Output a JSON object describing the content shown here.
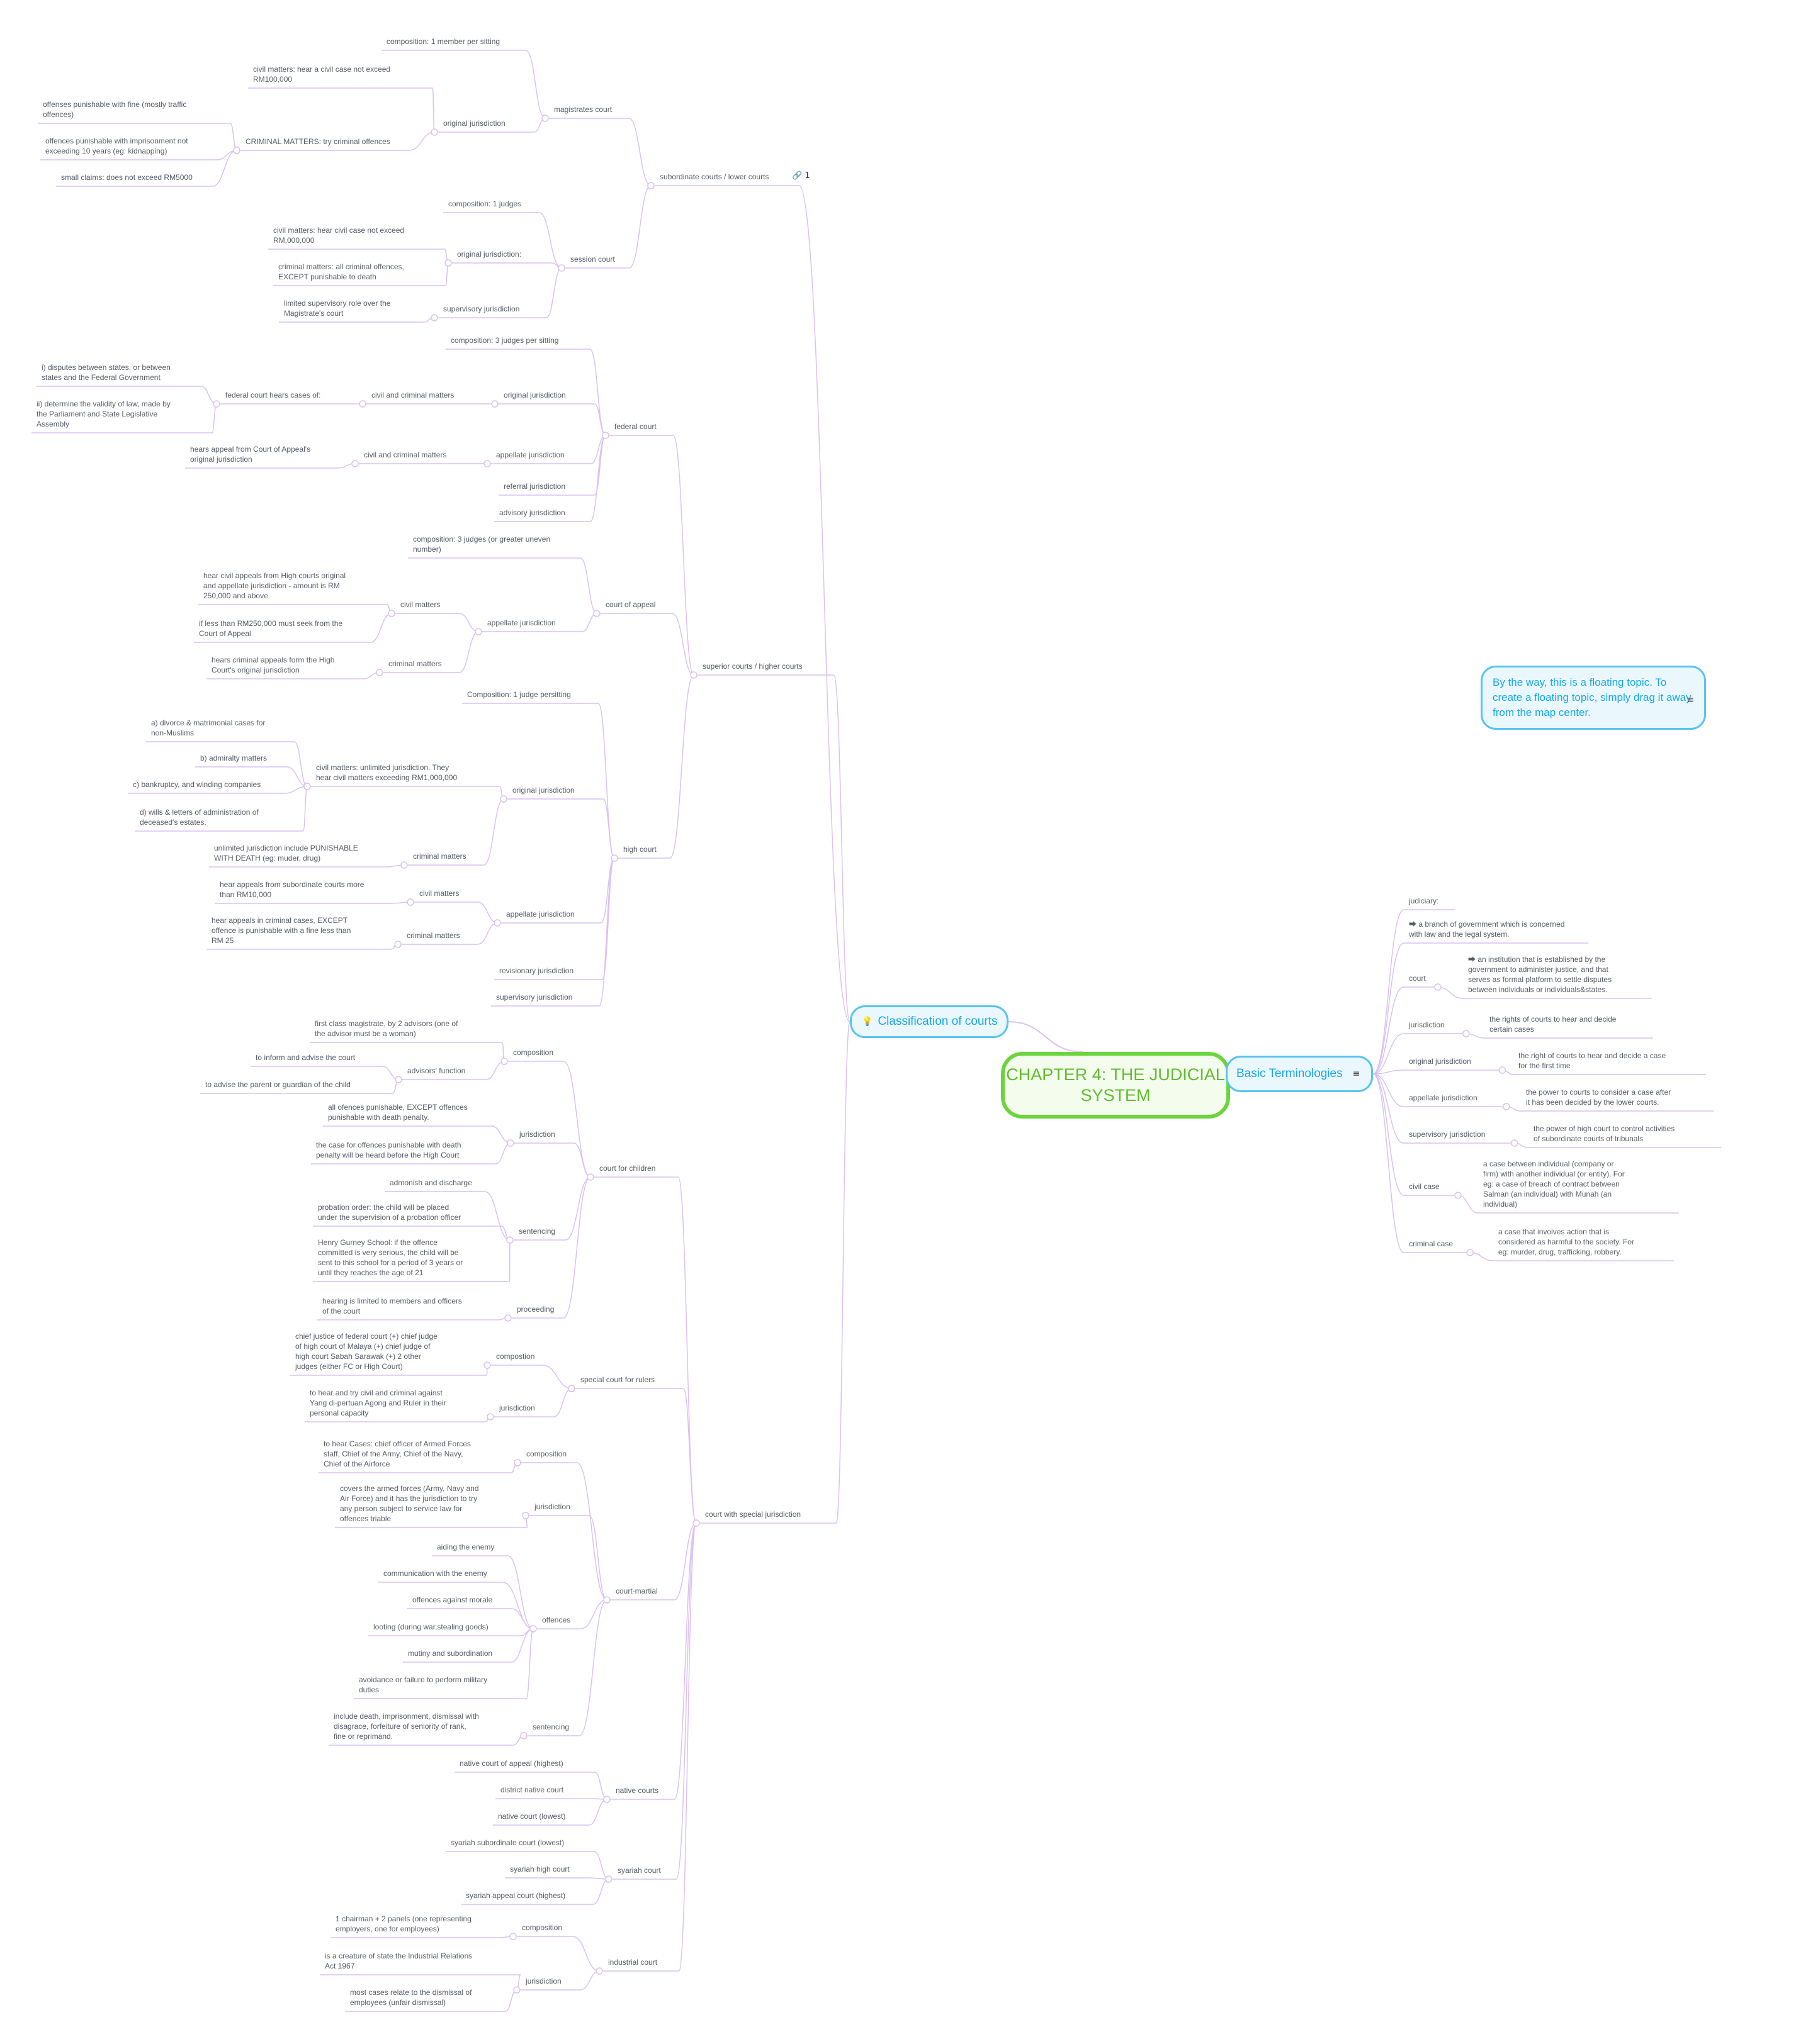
{
  "root": {
    "title": "CHAPTER 4: THE JUDICIAL SYSTEM"
  },
  "classification": {
    "label": "Classification of courts",
    "icon": "lightbulb-icon",
    "link_count": "1"
  },
  "terminologies": {
    "label": "Basic Terminologies",
    "icon": "note-icon"
  },
  "floating": {
    "text": "By the way, this is a floating topic. To create a floating topic, simply drag it away from the map center.",
    "icon": "note-icon"
  },
  "colors": {
    "root_border": "#6cd43c",
    "root_text": "#5fbd2e",
    "main_border": "#58c3ef",
    "main_text": "#17a8e5",
    "line": "#d9c2f0"
  },
  "nodes": {
    "n1": "subordinate courts / lower courts",
    "n2": "magistrates court",
    "n3": "composition: 1 member per sitting",
    "n4": "original jurisdiction",
    "n5": "civil matters: hear a civil case not exceed\nRM100,000",
    "n6": "CRIMINAL MATTERS: try criminal offences",
    "n7": "offenses punishable with fine (mostly traffic\noffences)",
    "n8": "offences punishable with imprisonment not\nexceeding 10 years (eg: kidnapping)",
    "n9": "small claims: does not exceed RM5000",
    "n10": "session court",
    "n11": "composition: 1 judges",
    "n12": "original jurisdiction:",
    "n13": "civil matters: hear civil case not exceed\nRM,000,000",
    "n14": "criminal matters: all criminal offences,\nEXCEPT punishable to death",
    "n15": "supervisory jurisdiction",
    "n16": "limited supervisory role over the\nMagistrate's court",
    "n17": "superior courts / higher courts",
    "n18": "federal court",
    "n19": "composition: 3 judges per sitting",
    "n20": "original jurisdiction",
    "n21": "civil and criminal matters",
    "n22": "federal court hears cases of:",
    "n23": "i) disputes between states, or between\nstates and the Federal Government",
    "n24": "ii) determine the validity of law, made by\nthe Parliament and State Legislative\nAssembly",
    "n25": "appellate jurisdiction",
    "n26": "civil and criminal matters",
    "n27": "hears appeal from Court of Appeal's\noriginal jurisdiction",
    "n28": "referral jurisdiction",
    "n29": "advisory jurisdiction",
    "n30": "court of appeal",
    "n31": "composition: 3 judges (or greater uneven\nnumber)",
    "n32": "appellate jurisdiction",
    "n33": "civil matters",
    "n34": "hear civil appeals from High courts original\nand appellate jurisdiction - amount is RM\n250,000 and above",
    "n35": "if less than RM250,000 must seek from the\nCourt of Appeal",
    "n36": "criminal matters",
    "n37": "hears criminal appeals form the High\nCourt's original jurisdiction",
    "n38": "high court",
    "n39": "Composition: 1 judge persitting",
    "n40": "original jurisdiction",
    "n41": "civil matters: unlimited jurisdiction.  They\nhear civil matters exceeding RM1,000,000",
    "n42": "a) divorce & matrimonial cases for\nnon-Muslims",
    "n43": "b) admiralty matters",
    "n44": "c) bankruptcy, and winding companies",
    "n45": "d) wills & letters of administration of\ndeceased's estates.",
    "n46": "criminal matters",
    "n47": "unlimited jurisdiction include PUNISHABLE\nWITH DEATH (eg: muder, drug)",
    "n48": "appellate jurisdiction",
    "n49": "civil matters",
    "n50": "hear appeals from subordinate courts more\nthan RM10,000",
    "n51": "criminal matters",
    "n52": "hear appeals  in criminal cases, EXCEPT\noffence is punishable with a fine less than\nRM 25",
    "n53": "revisionary jurisdiction",
    "n54": "supervisory jurisdiction",
    "n55": "court with special jurisdiction",
    "n56": "court for children",
    "n57": "composition",
    "n58": "first class magistrate, by 2 advisors (one of\nthe advisor must be a woman)",
    "n59": "advisors' function",
    "n60": "to inform and advise the court",
    "n61": "to advise the parent or guardian of the child",
    "n62": "jurisdiction",
    "n63": "all ofences punishable, EXCEPT offences\npunishable with death penalty.",
    "n64": "the case for offences punishable with death\npenalty will be heard before the High Court",
    "n65": "sentencing",
    "n66": "admonish and discharge",
    "n67": "probation order: the child will be placed\nunder the supervision of a probation officer",
    "n68": "Henry Gurney School: if the offence\ncommitted is very serious, the child will be\nsent to this school for a period of 3 years or\nuntil they reaches the age of 21",
    "n69": "proceeding",
    "n70": "hearing is limited to members and officers\nof the court",
    "n71": "special court for rulers",
    "n72": "compostion",
    "n73": "chief justice of federal court (+) chief judge\nof high court of Malaya (+) chief judge of\nhigh court Sabah Sarawak (+) 2 other\njudges (either FC or High Court)",
    "n74": "jurisdiction",
    "n75": "to hear and try civil and criminal against\nYang di-pertuan Agong and Ruler in their\npersonal capacity",
    "n76": "court-martial",
    "n77": "composition",
    "n78": "to hear Cases:  chief officer of Armed Forces\nstaff, Chief of the Army, Chief of the Navy,\nChief of the Airforce",
    "n79": "jurisdiction",
    "n80": "covers the armed forces (Army, Navy and\nAir Force) and it has the jurisdiction to try\nany person subject to service law for\noffences triable",
    "n81": "offences",
    "n82": "aiding the enemy",
    "n83": "communication with the enemy",
    "n84": "offences against morale",
    "n85": "looting (during war,stealing goods)",
    "n86": "mutiny and subordination",
    "n87": "avoidance or failure to perform military\nduties",
    "n88": "sentencing",
    "n89": "include death, imprisonment, dismissal with\ndisagrace, forfeiture of seniority of rank,\nfine or reprimand.",
    "n90": "native courts",
    "n91": "native court of appeal (highest)",
    "n92": "district native court",
    "n93": "native court (lowest)",
    "n94": "syariah court",
    "n95": "syariah subordinate court (lowest)",
    "n96": "syariah high court",
    "n97": "syariah appeal court (highest)",
    "n98": "industrial court",
    "n99": "composition",
    "n100": "1 chairman + 2 panels (one representing\nemployers, one for employees)",
    "n101": "jurisdiction",
    "n102": "is a creature of state the Industrial Relations\nAct 1967",
    "n103": "most cases relate to the dismissal of\nemployees (unfair dismissal)"
  },
  "terms": {
    "t1": "judiciary:",
    "t2": "⮕ a branch of government which is concerned\nwith law and the legal system.",
    "t3": "court",
    "t4": "⮕ an institution that is established by the\ngovernment to administer justice, and that\nserves as formal platform to settle disputes\nbetween individuals or individuals&states.",
    "t5": "jurisdiction",
    "t6": "the rights of courts to hear and decide\ncertain cases",
    "t7": "original jurisdiction",
    "t8": "the right of courts to hear and decide a case\nfor the first time",
    "t9": "appellate jurisdiction",
    "t10": "the power to courts to  consider a case after\nit has been decided by the lower courts.",
    "t11": "supervisory jurisdiction",
    "t12": "the power of high court to control activities\nof subordinate courts of tribunals",
    "t13": "civil case",
    "t14": "a case between individual (company or\nfirm) with another individual (or entity).  For\neg: a case of breach of contract between\nSalman (an individual) with Munah (an\nindividual)",
    "t15": "criminal case",
    "t16": "a case that involves action that is\nconsidered as harmful to the society.  For\neg: murder, drug, trafficking, robbery."
  }
}
